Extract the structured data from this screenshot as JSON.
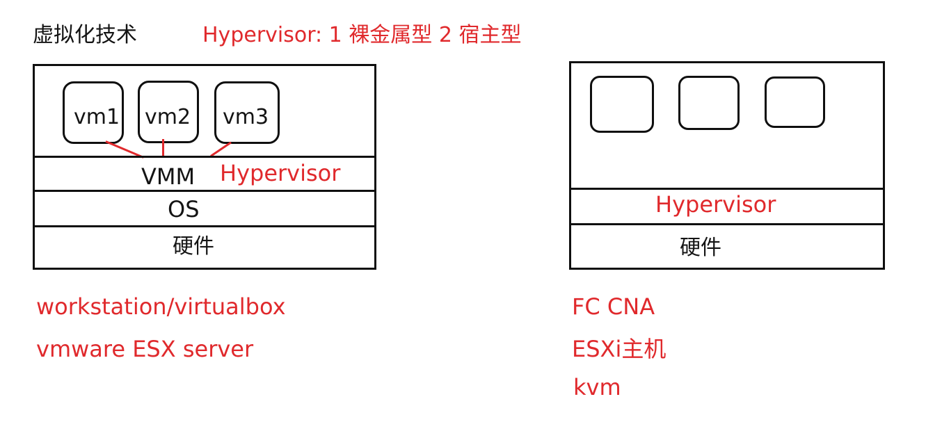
{
  "header": {
    "title": "虚拟化技术",
    "subtitle": "Hypervisor: 1 裸金属型  2 宿主型"
  },
  "left_stack": {
    "vms": [
      "vm1",
      "vm2",
      "vm3"
    ],
    "vmm_label": "VMM",
    "hypervisor_label": "Hypervisor",
    "os_label": "OS",
    "hardware_label": "硬件"
  },
  "right_stack": {
    "hypervisor_label": "Hypervisor",
    "hardware_label": "硬件"
  },
  "examples_left": [
    "workstation/virtualbox",
    "vmware ESX server"
  ],
  "examples_right": [
    "FC CNA",
    "ESXi主机",
    "kvm"
  ],
  "colors": {
    "accent": "#e0292c",
    "stroke": "#0f0f0f"
  }
}
